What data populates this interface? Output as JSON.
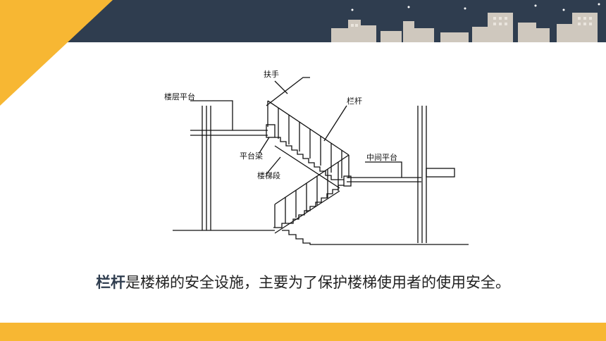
{
  "diagram": {
    "labels": {
      "handrail": "扶手",
      "floor_platform": "楼层平台",
      "baluster": "栏杆",
      "platform_beam": "平台梁",
      "middle_platform": "中间平台",
      "stair_flight": "楼梯段"
    }
  },
  "caption": {
    "bold": "栏杆",
    "rest": "是楼梯的安全设施，主要为了保护楼梯使用者的使用安全。"
  },
  "colors": {
    "header": "#2f3d4f",
    "accent": "#f7b733",
    "skyline": "#d9d3ca"
  }
}
